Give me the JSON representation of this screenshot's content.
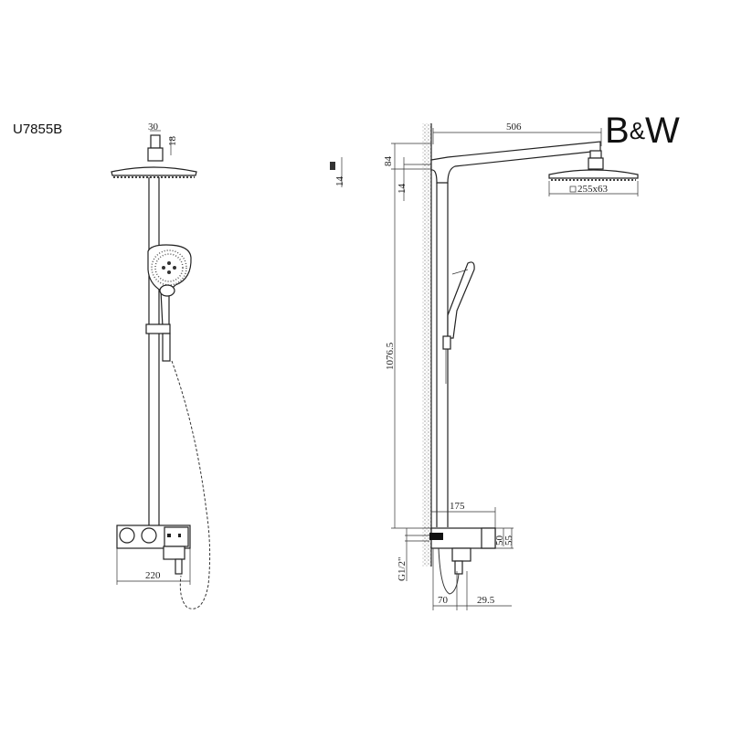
{
  "model_code": "U7855B",
  "brand_logo": "B&W",
  "dimensions": {
    "mount_width": "30",
    "mount_height": "18",
    "part_height": "14",
    "arm_length": "506",
    "arm_height": "84",
    "arm_gap": "14",
    "head_size": "255x63",
    "total_height": "1076.5",
    "box_depth": "175",
    "box_width": "220",
    "box_h1": "50",
    "box_h2": "55",
    "thread": "G1/2\"",
    "outlet_offset": "70",
    "outlet_width": "29.5"
  }
}
